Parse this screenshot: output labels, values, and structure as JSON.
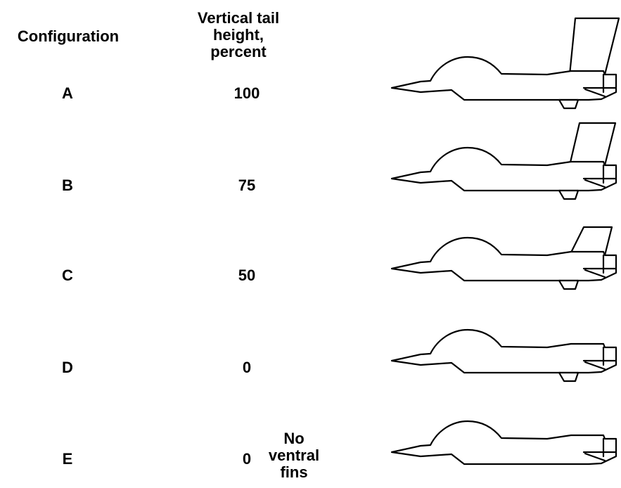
{
  "headers": {
    "configuration": "Configuration",
    "tail_height": "Vertical tail height, percent"
  },
  "configurations": [
    {
      "label": "A",
      "tail_height_percent": "100",
      "vertical_tail_fraction": 1.0,
      "ventral_fins": true,
      "note": ""
    },
    {
      "label": "B",
      "tail_height_percent": "75",
      "vertical_tail_fraction": 0.75,
      "ventral_fins": true,
      "note": ""
    },
    {
      "label": "C",
      "tail_height_percent": "50",
      "vertical_tail_fraction": 0.5,
      "ventral_fins": true,
      "note": ""
    },
    {
      "label": "D",
      "tail_height_percent": "0",
      "vertical_tail_fraction": 0.0,
      "ventral_fins": true,
      "note": ""
    },
    {
      "label": "E",
      "tail_height_percent": "0",
      "vertical_tail_fraction": 0.0,
      "ventral_fins": false,
      "note": "No ventral fins"
    }
  ]
}
